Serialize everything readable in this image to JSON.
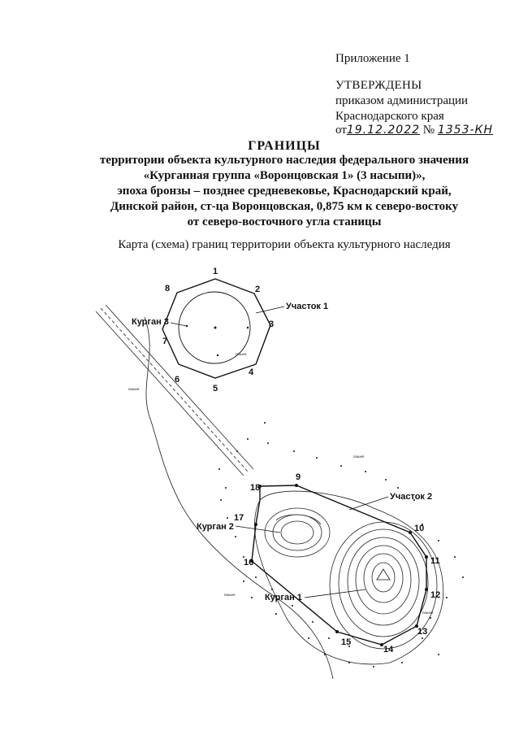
{
  "header": {
    "appendix": "Приложение 1",
    "approved": "УТВЕРЖДЕНЫ",
    "order_line1": "приказом администрации",
    "order_line2": "Краснодарского края",
    "order_from": "от",
    "order_date": "19.12.2022",
    "order_no_label": "№",
    "order_number": "1353-КН"
  },
  "title": {
    "heading": "ГРАНИЦЫ",
    "lines": [
      "территории объекта культурного наследия федерального значения",
      "«Курганная группа «Воронцовская 1» (3 насыпи)»,",
      "эпоха бронзы – позднее средневековье, Краснодарский край,",
      "Динской район, ст-ца Воронцовская, 0,875 км к северо-востоку",
      "от северо-восточного угла станицы"
    ]
  },
  "caption": "Карта (схема) границ территории объекта культурного наследия",
  "map": {
    "labels": {
      "plot1": "Участок 1",
      "plot2": "Участок 2",
      "kurgan1": "Курган 1",
      "kurgan2": "Курган 2",
      "kurgan3": "Курган 3",
      "arable": "пашня"
    },
    "points_plot1": [
      "1",
      "2",
      "3",
      "4",
      "5",
      "6",
      "7",
      "8"
    ],
    "points_plot2": [
      "9",
      "10",
      "11",
      "12",
      "13",
      "14",
      "15",
      "16",
      "17",
      "18"
    ]
  }
}
